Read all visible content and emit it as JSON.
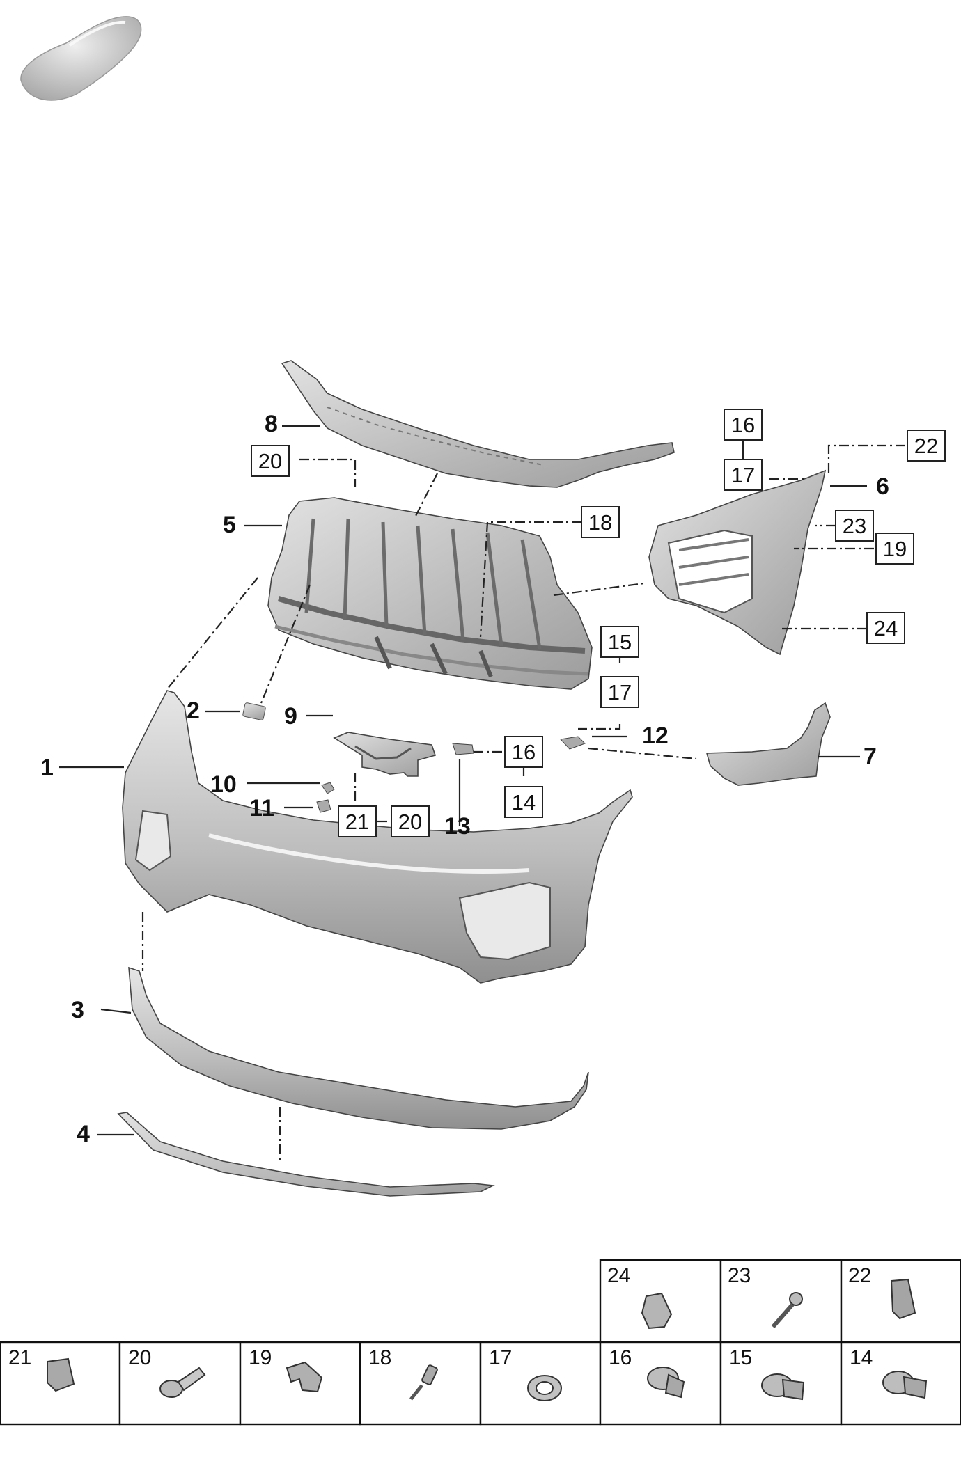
{
  "callouts": {
    "c1": "1",
    "c2": "2",
    "c3": "3",
    "c4": "4",
    "c5": "5",
    "c6": "6",
    "c7": "7",
    "c8": "8",
    "c9": "9",
    "c10": "10",
    "c11": "11",
    "c12": "12",
    "c13": "13"
  },
  "boxed_refs": {
    "b20_top": "20",
    "b16_top": "16",
    "b17_top": "17",
    "b22": "22",
    "b18": "18",
    "b23": "23",
    "b19": "19",
    "b24": "24",
    "b15": "15",
    "b17_mid": "17",
    "b16_mid": "16",
    "b14": "14",
    "b21": "21",
    "b20_mid": "20"
  },
  "legend": {
    "top_row": [
      "24",
      "23",
      "22"
    ],
    "bottom_row": [
      "21",
      "20",
      "19",
      "18",
      "17",
      "16",
      "15",
      "14"
    ]
  },
  "colors": {
    "part_fill": "#c9c9c9",
    "part_dark": "#9a9a9a",
    "line": "#222222"
  }
}
